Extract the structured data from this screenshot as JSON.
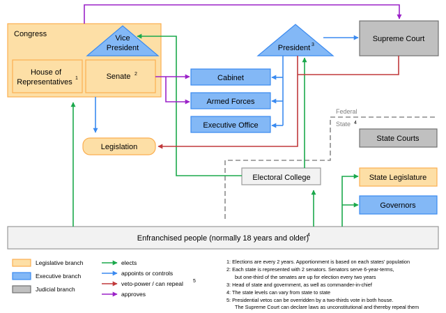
{
  "nodes": {
    "congress": "Congress",
    "vice_president_line1": "Vice",
    "vice_president_line2": "President",
    "house_line1": "House of",
    "house_line2": "Representatives",
    "house_sup": "1",
    "senate": "Senate",
    "senate_sup": "2",
    "president": "President",
    "president_sup": "3",
    "supreme_court": "Supreme Court",
    "cabinet": "Cabinet",
    "armed_forces": "Armed Forces",
    "executive_office": "Executive Office",
    "legislation": "Legislation",
    "electoral_college": "Electoral College",
    "federal": "Federal",
    "state": "State",
    "state_sup": "4",
    "state_courts": "State Courts",
    "state_legislature": "State Legislature",
    "governors": "Governors",
    "enfranchised": "Enfranchised people (normally 18 years and older)",
    "enfranchised_sup": "4"
  },
  "legend": {
    "branches": [
      "Legislative branch",
      "Executive branch",
      "Judicial branch"
    ],
    "arrows": [
      "elects",
      "appoints or controls",
      "veto-power / can repeal",
      "approves"
    ],
    "veto_sup": "5"
  },
  "notes": [
    "1: Elections are every 2 years. Apportionment is based on each states' population",
    "2: Each state is represented with 2 senators. Senators serve 6-year-terms,",
    "but one-third of the senates are up for election every two years",
    "3: Head of state and government, as well as commander-in-chief",
    "4: The state levels can vary from state to state",
    "5: Presidential vetos can be overridden by a two-thirds vote in both house.",
    "The Supreme Court can declare laws as unconstitutional and thereby repeal them"
  ],
  "colors": {
    "legislative_fill": "#fddfa6",
    "executive_fill": "#83b8f6",
    "judicial_fill": "#c0c0c0",
    "elects": "#1aa84b",
    "appoints": "#3a8af0",
    "veto": "#c0393b",
    "approves": "#9b22c8"
  }
}
